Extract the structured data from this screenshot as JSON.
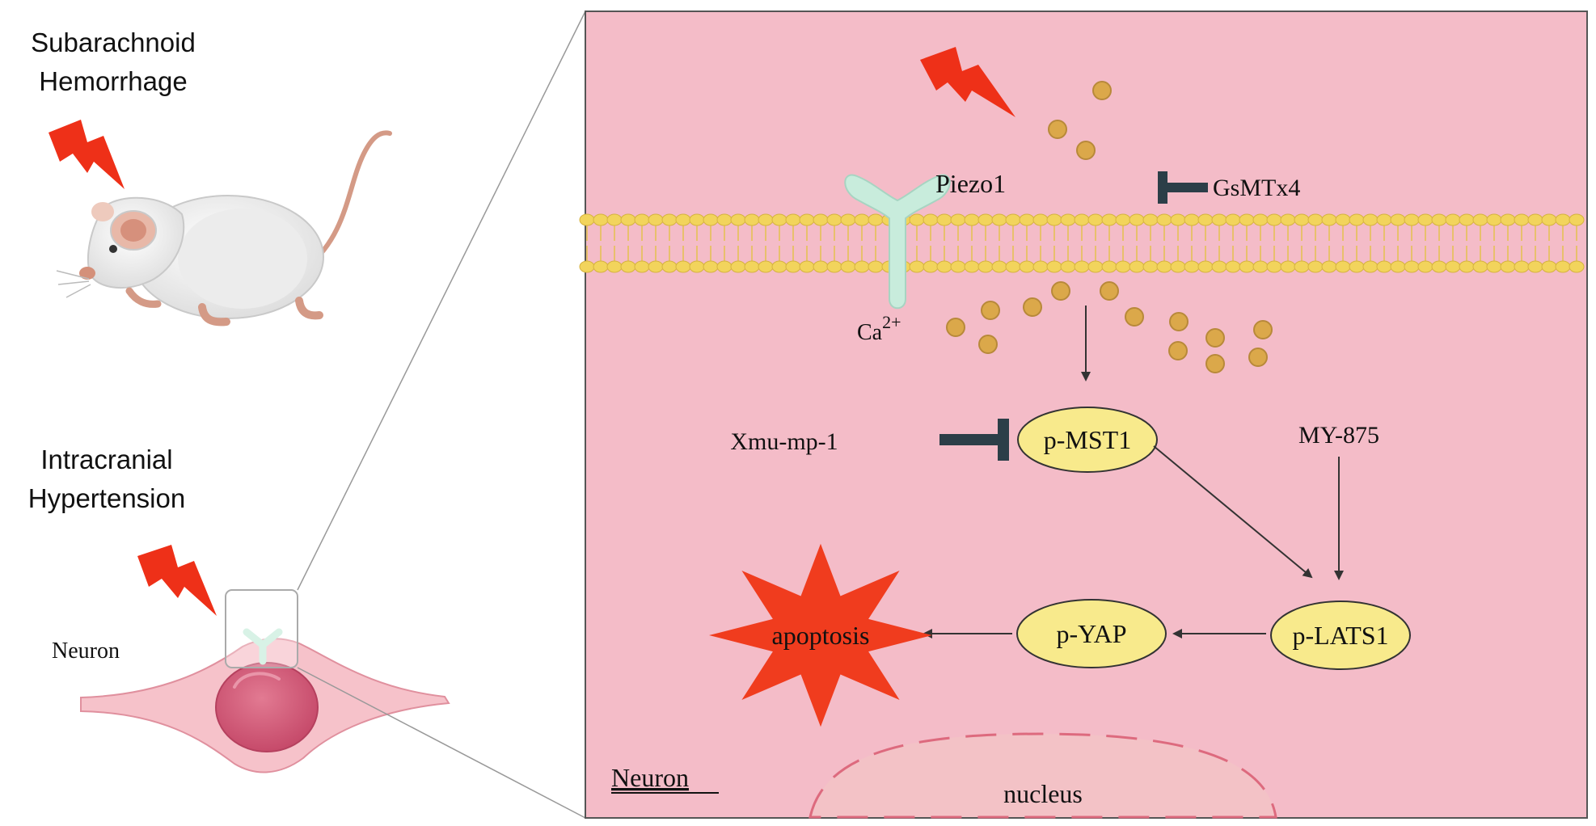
{
  "left": {
    "sah_line1": "Subarachnoid",
    "sah_line2": "Hemorrhage",
    "ich_line1": "Intracranial",
    "ich_line2": "Hypertension",
    "neuron_label": "Neuron"
  },
  "panel": {
    "piezo_label": "Piezo1",
    "inhibitor_gsmtx4": "GsMTx4",
    "ca_label": "Ca",
    "ca_sup": "2+",
    "mst1_label": "p-MST1",
    "xmu_label": "Xmu-mp-1",
    "my875_label": "MY-875",
    "lats1_label": "p-LATS1",
    "yap_label": "p-YAP",
    "apoptosis_label": "apoptosis",
    "neuron_label": "Neuron",
    "nucleus_label": "nucleus"
  },
  "colors": {
    "panel_bg": "#f4bcc8",
    "membrane": "#f2d45c",
    "node_fill": "#f8ea8c",
    "ion": "#dba84a",
    "lightning": "#ee3018",
    "inhibitor": "#2c3e48",
    "channel": "#c8ecdc",
    "cell_body": "#f6c2ca",
    "cell_nucleus": "#d6607c"
  }
}
